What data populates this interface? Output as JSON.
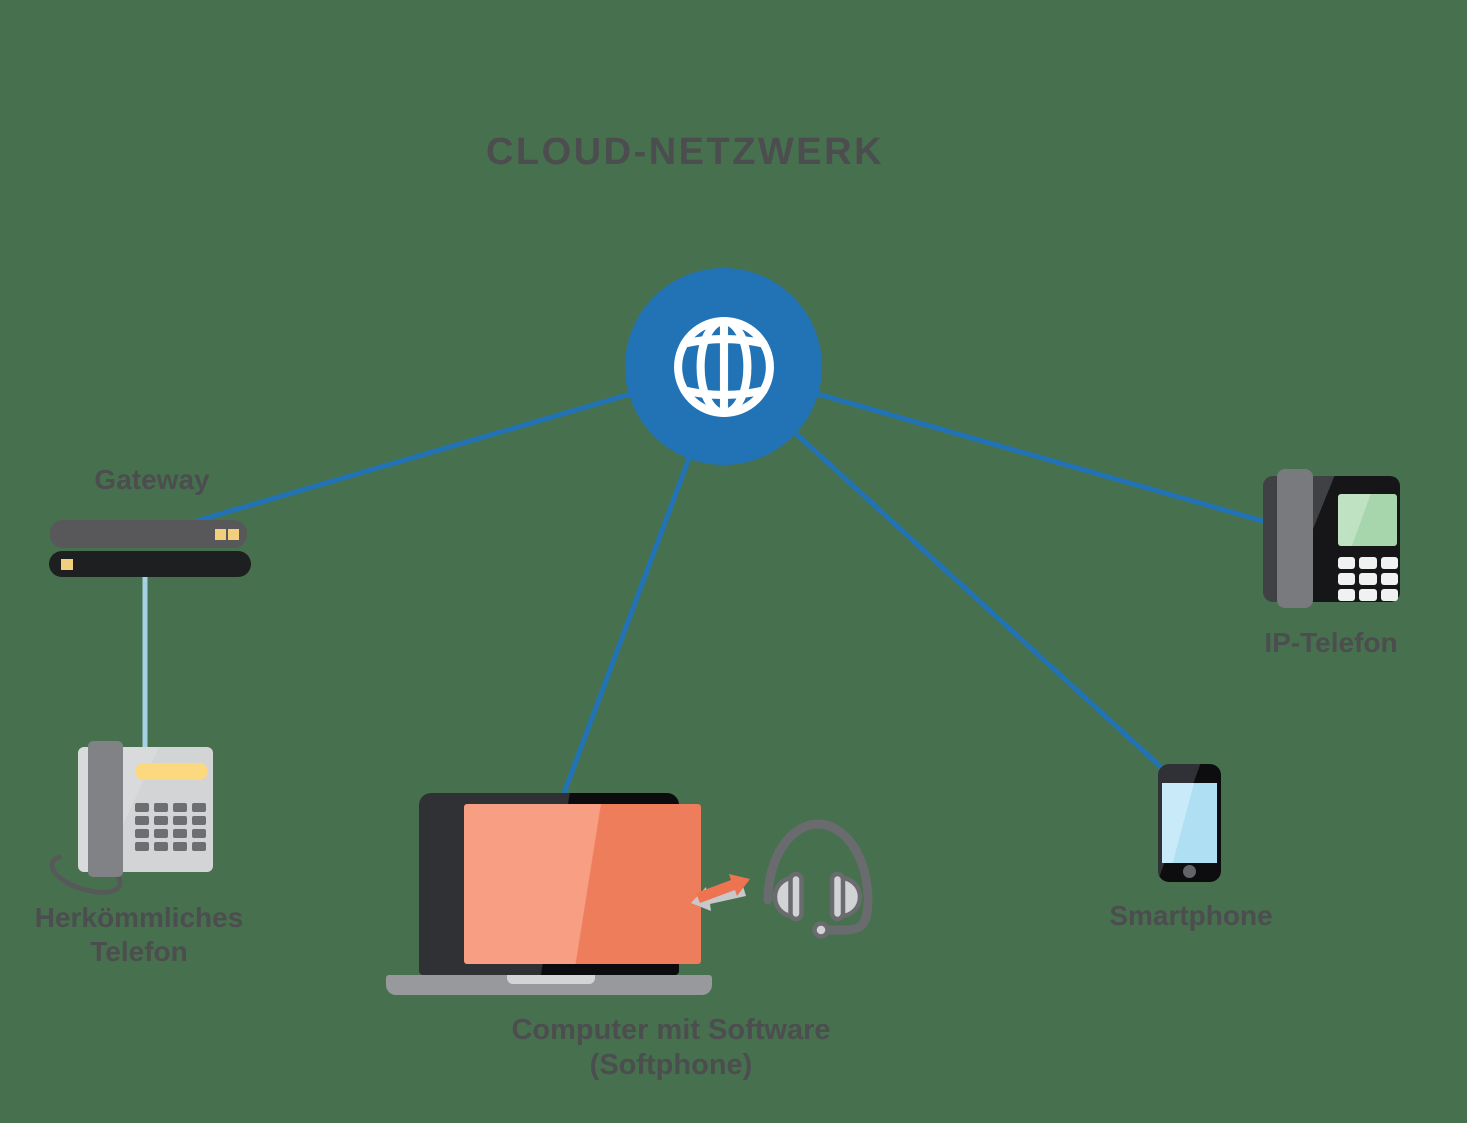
{
  "title": "CLOUD-NETZWERK",
  "nodes": {
    "cloud": {
      "icon": "globe-icon"
    },
    "gateway": {
      "label": "Gateway",
      "icon": "gateway-device-icon"
    },
    "traditional_phone": {
      "label_line1": "Herkömmliches",
      "label_line2": "Telefon",
      "icon": "traditional-phone-icon"
    },
    "softphone": {
      "label_line1": "Computer mit Software",
      "label_line2": "(Softphone)",
      "icon": "laptop-icon"
    },
    "smartphone": {
      "label": "Smartphone",
      "icon": "smartphone-icon"
    },
    "ip_phone": {
      "label": "IP-Telefon",
      "icon": "ip-phone-icon"
    }
  },
  "connections": [
    {
      "from": "cloud",
      "to": "gateway",
      "style": "blue-line"
    },
    {
      "from": "cloud",
      "to": "softphone",
      "style": "blue-line"
    },
    {
      "from": "cloud",
      "to": "smartphone",
      "style": "blue-line"
    },
    {
      "from": "cloud",
      "to": "ip_phone",
      "style": "blue-line"
    },
    {
      "from": "gateway",
      "to": "traditional_phone",
      "style": "light-blue-cable"
    }
  ],
  "icons": [
    "globe-icon",
    "gateway-device-icon",
    "traditional-phone-icon",
    "laptop-icon",
    "sync-arrows-icon",
    "headset-icon",
    "smartphone-icon",
    "ip-phone-icon"
  ],
  "colors": {
    "background": "#47704e",
    "accent_blue": "#2273b6",
    "cable_blue": "#a4d2e4",
    "text_gray": "#4c4d4f",
    "metal_gray": "#58585a",
    "near_black": "#1e1f21",
    "accent_yellow": "#f2cf7d",
    "display_yellow": "#fcd97e",
    "light_gray": "#d2d4d5",
    "handset_gray": "#808285",
    "key_gray": "#6d6e71",
    "salmon_light": "#f79e83",
    "salmon_dark": "#ee7d5b",
    "base_gray": "#97999c",
    "arrow_orange": "#ee7350",
    "arrow_gray": "#c6c8ca",
    "headset_gray": "#6a6b6e",
    "cushion_gray": "#d2d3d5",
    "phone_screen_light": "#c9eaf8",
    "phone_screen_blue": "#aedff3",
    "ip_screen_green": "#a7d6ad",
    "ip_screen_green_light": "#bfe2c2",
    "ip_handset_gray": "#797a7d",
    "ip_key_white": "#f0f1f1"
  }
}
